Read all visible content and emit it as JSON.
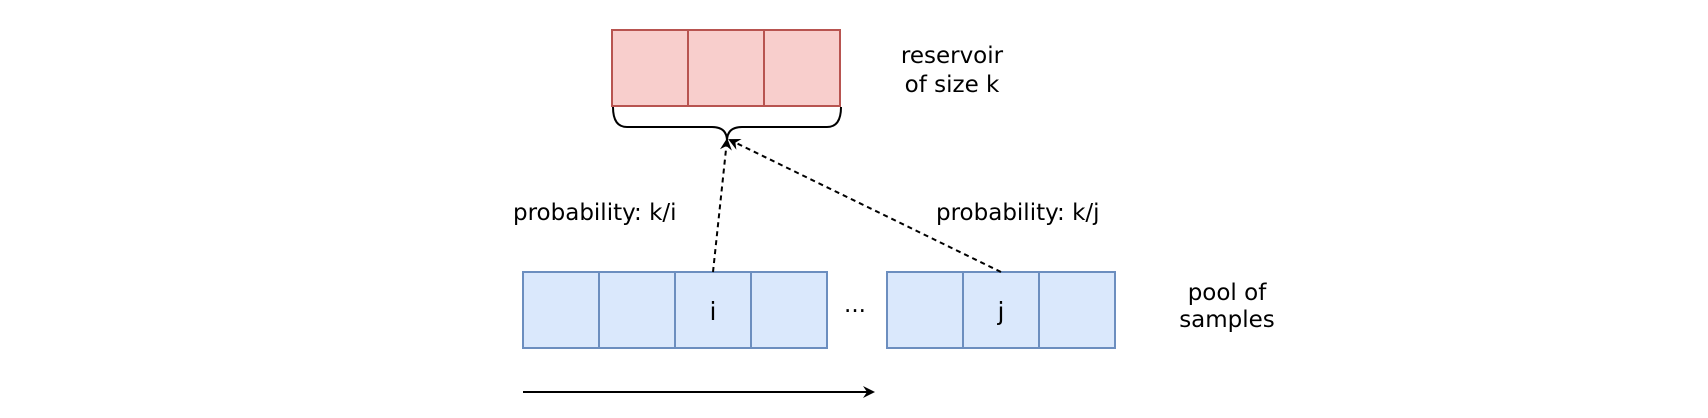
{
  "reservoir": {
    "label_line1": "reservoir",
    "label_line2": "of size k",
    "cell_count": 3,
    "fill": "#f8cecc",
    "stroke": "#b85450"
  },
  "pool": {
    "label_line1": "pool of",
    "label_line2": "samples",
    "left_group_cells": [
      "",
      "",
      "i",
      ""
    ],
    "right_group_cells": [
      "",
      "j",
      ""
    ],
    "ellipsis": "...",
    "fill": "#dae8fc",
    "stroke": "#6c8ebf"
  },
  "arrows": {
    "from_i_label": "probability: k/i",
    "from_j_label": "probability: k/j"
  }
}
